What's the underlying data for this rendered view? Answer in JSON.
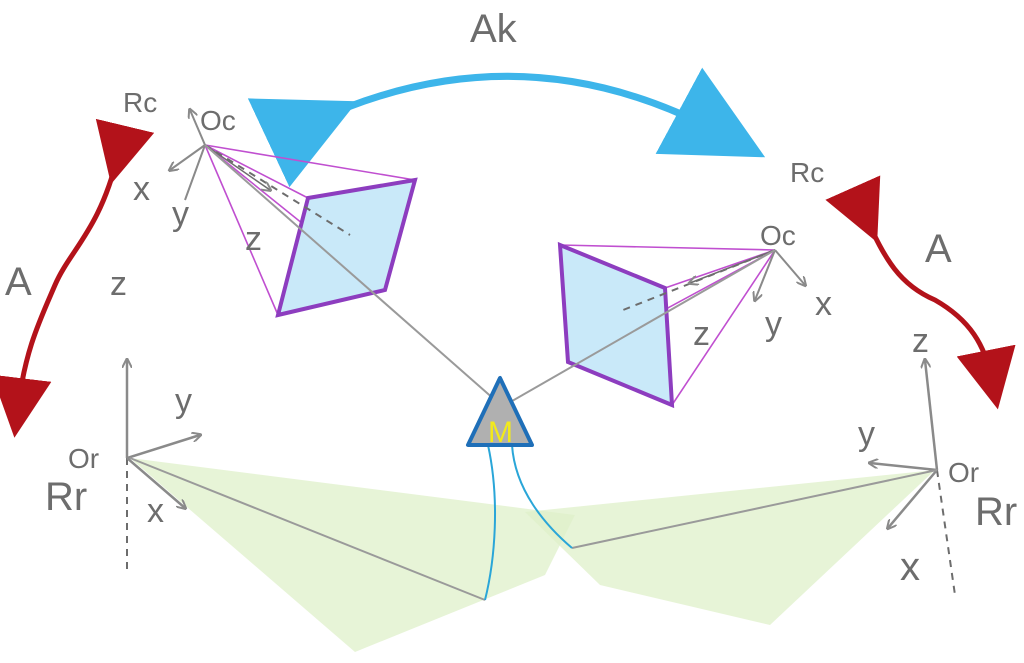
{
  "labels": {
    "ak": "Ak",
    "left_camera": {
      "frame": "Rc",
      "origin": "Oc",
      "x": "x",
      "y": "y",
      "z_axis": "z",
      "z_side": "z",
      "arrow": "A"
    },
    "right_camera": {
      "frame": "Rc",
      "origin": "Oc",
      "x": "x",
      "y": "y",
      "z_axis": "z",
      "arrow": "A"
    },
    "left_robot": {
      "origin": "Or",
      "frame": "Rr",
      "x": "x",
      "y": "y"
    },
    "right_robot": {
      "origin": "Or",
      "frame": "Rr",
      "x": "x",
      "y": "y",
      "z": "z"
    },
    "marker": "M"
  },
  "colors": {
    "ak_arrow": "#3db5ea",
    "a_arrow": "#b3121a",
    "plane_fill": "#c9e9f9",
    "plane_border": "#8d3dbf",
    "frustum": "#c04fd0",
    "marker_fill": "#b0b0b0",
    "marker_border": "#1f6fb8",
    "marker_text": "#f2ea1b",
    "floor": "#dff0c9"
  }
}
